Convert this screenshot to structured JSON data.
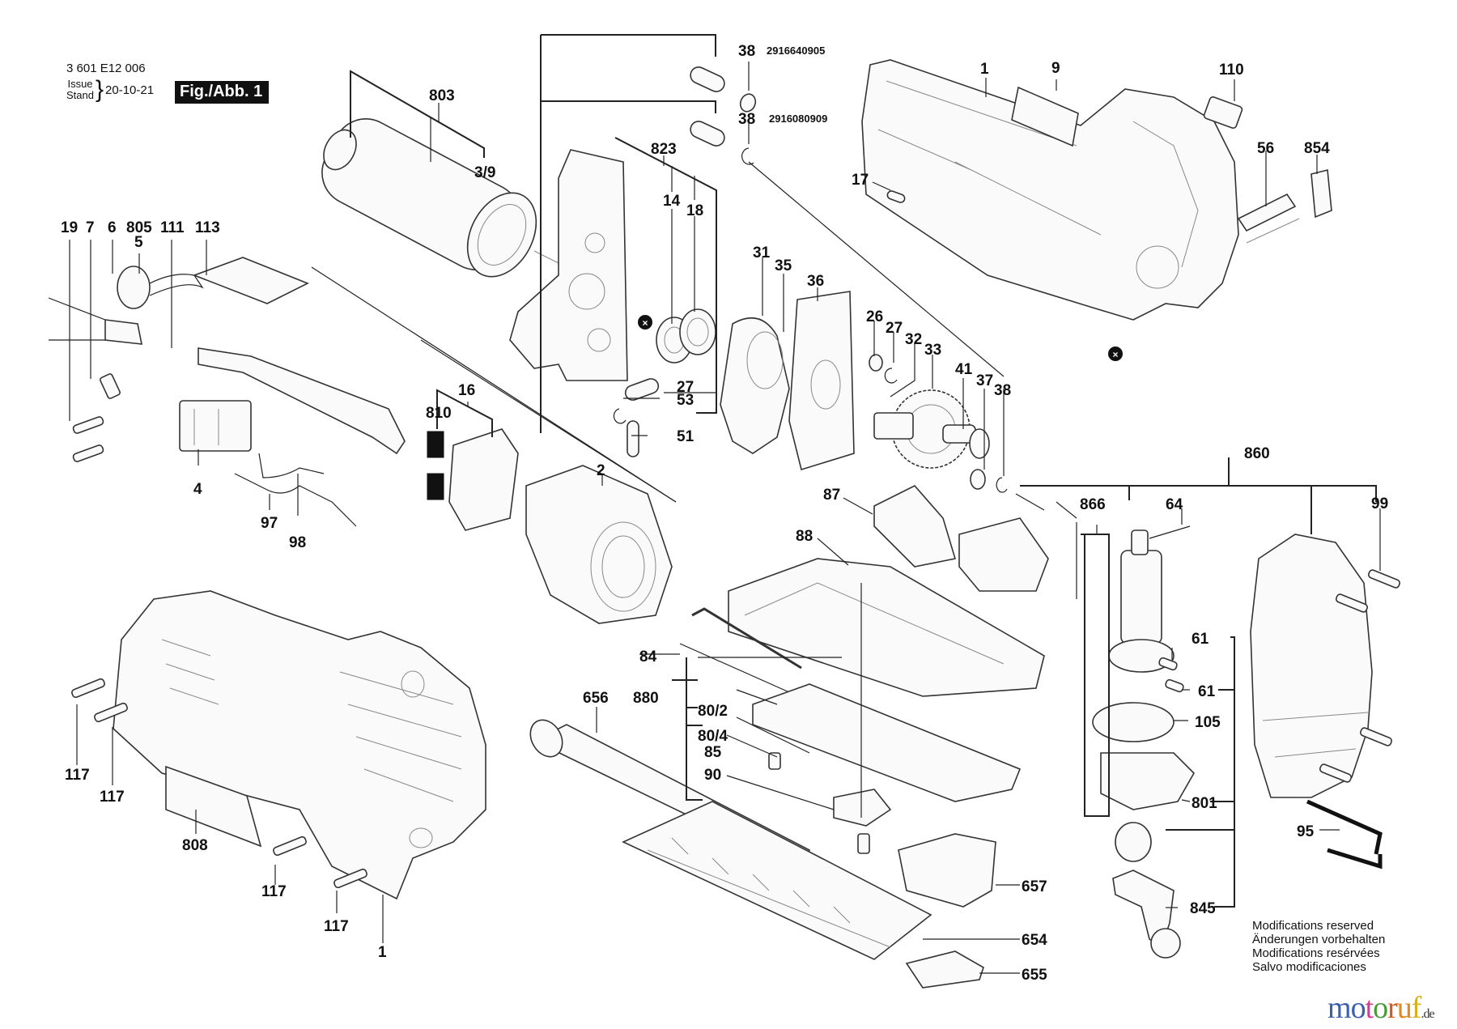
{
  "header": {
    "document_number": "3 601 E12 006",
    "issue_label_en": "Issue",
    "issue_label_de": "Stand",
    "issue_date": "20-10-21",
    "figure_badge": "Fig./Abb. 1"
  },
  "part_numbers": {
    "ring_38_upper": "2916640905",
    "ring_38_lower": "2916080909"
  },
  "labels": {
    "l803": "803",
    "l3_9": "3/9",
    "l38a": "38",
    "l38b": "38",
    "l823": "823",
    "l14": "14",
    "l18": "18",
    "l1_top": "1",
    "l9": "9",
    "l110": "110",
    "l56": "56",
    "l854": "854",
    "l17": "17",
    "l19": "19",
    "l7": "7",
    "l6": "6",
    "l805": "805",
    "l5": "5",
    "l111": "111",
    "l113": "113",
    "l31": "31",
    "l35": "35",
    "l36": "36",
    "l26": "26",
    "l27a": "27",
    "l32": "32",
    "l33": "33",
    "l41": "41",
    "l37": "37",
    "l38c": "38",
    "l27b": "27",
    "l53": "53",
    "l51": "51",
    "l16": "16",
    "l810": "810",
    "l2": "2",
    "l4": "4",
    "l97": "97",
    "l98": "98",
    "l87": "87",
    "l88": "88",
    "l860": "860",
    "l866": "866",
    "l64": "64",
    "l99": "99",
    "l84": "84",
    "l656": "656",
    "l880": "880",
    "l80_2": "80/2",
    "l80_4": "80/4",
    "l85": "85",
    "l90": "90",
    "l61a": "61",
    "l61b": "61",
    "l105": "105",
    "l801": "801",
    "l95": "95",
    "l845": "845",
    "l657": "657",
    "l654": "654",
    "l655": "655",
    "l117a": "117",
    "l117b": "117",
    "l117c": "117",
    "l117d": "117",
    "l808": "808",
    "l1_bot": "1"
  },
  "notice": {
    "line_en": "Modifications reserved",
    "line_de": "Änderungen vorbehalten",
    "line_fr": "Modifications resérvées",
    "line_es": "Salvo modificaciones"
  },
  "brand": {
    "letters": [
      "m",
      "o",
      "t",
      "o",
      "r",
      "u",
      "f"
    ],
    "colors": [
      "#3a5fb0",
      "#3a5fb0",
      "#d63c8c",
      "#4a9a3c",
      "#e0541c",
      "#e08a1c",
      "#d8b01c"
    ],
    "tld": ".de"
  }
}
